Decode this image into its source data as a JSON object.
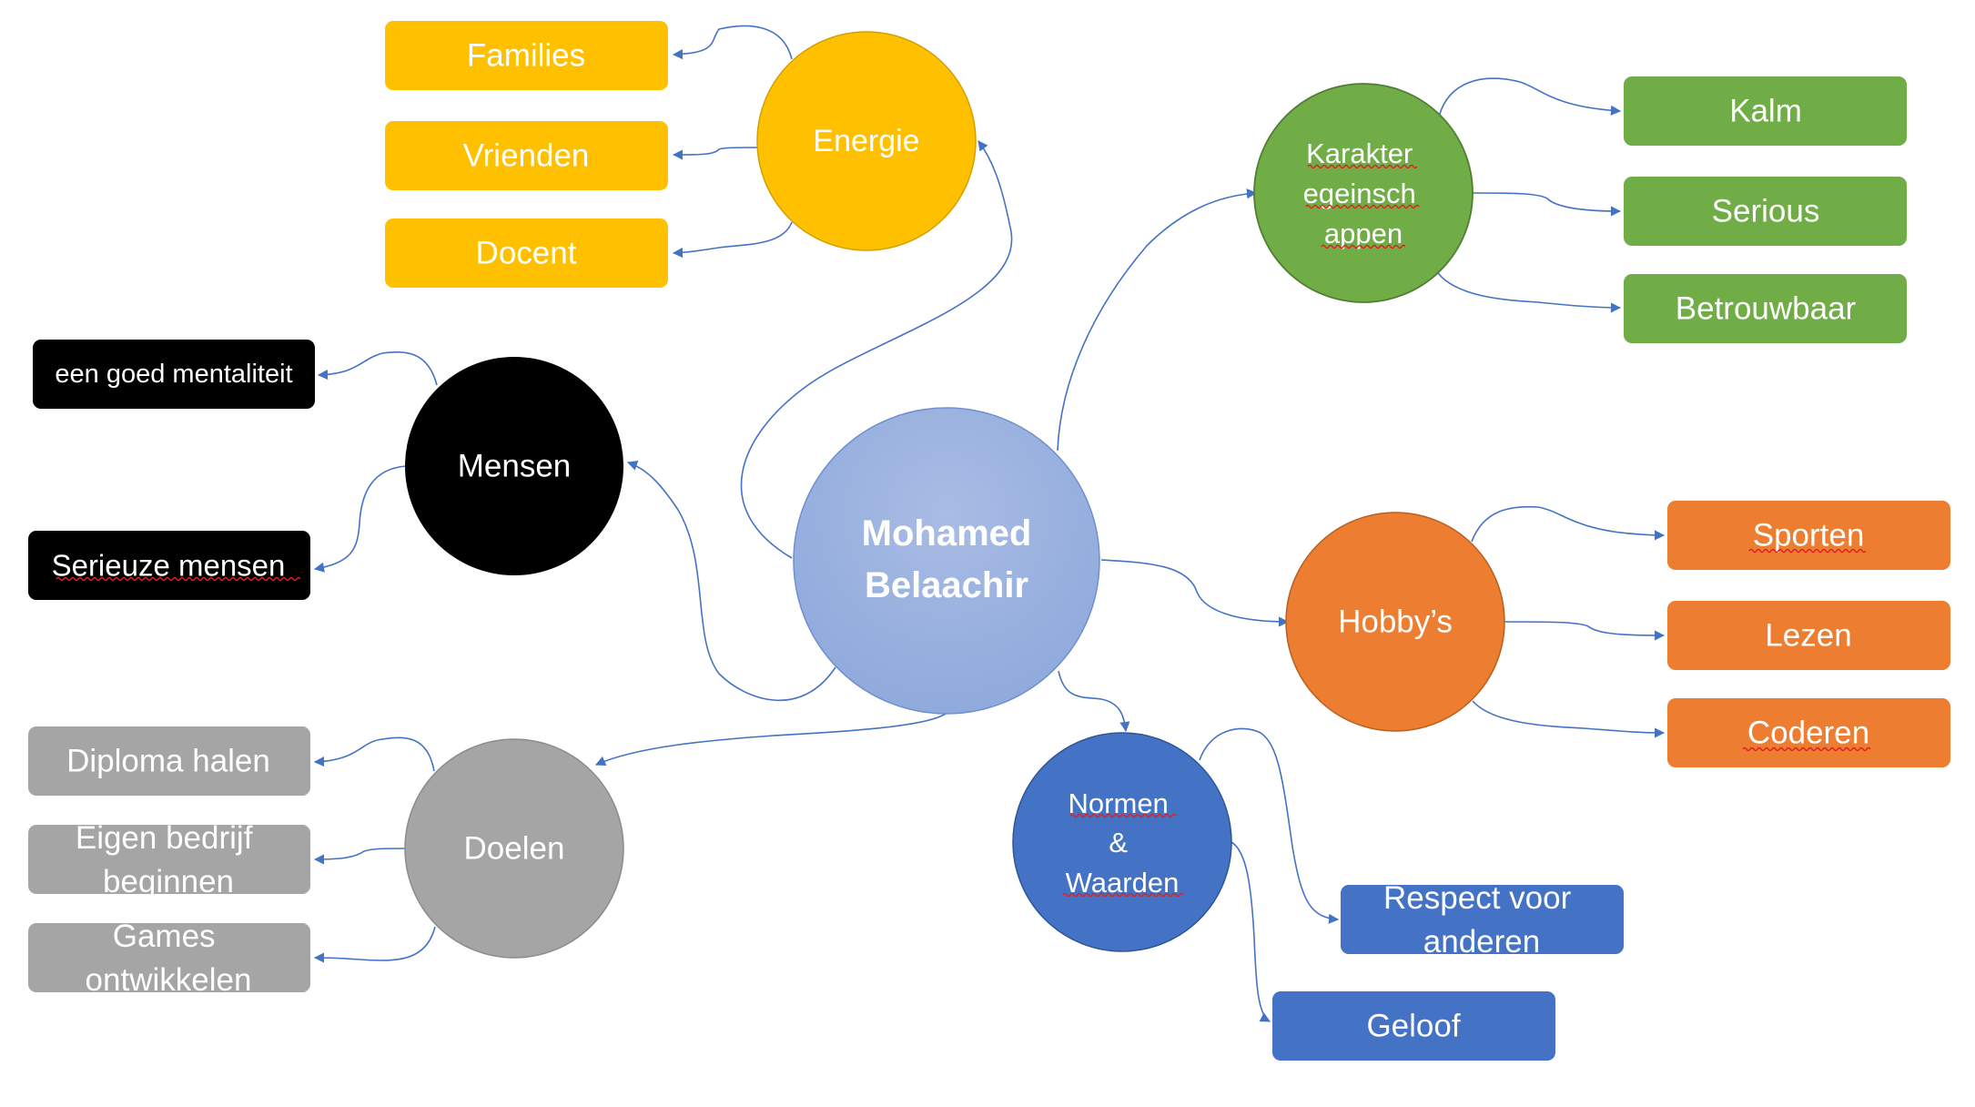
{
  "center": {
    "line1": "Mohamed",
    "line2": "Belaachir"
  },
  "colors": {
    "center_fill": "#8FAADC",
    "center_text": "#000000",
    "connector": "#4472C4",
    "energie": "#FFC000",
    "mensen": "#000000",
    "doelen": "#A5A5A5",
    "karakter": "#70AD47",
    "hobbys": "#ED7D31",
    "normen": "#4472C4",
    "spellcheck_underline": "#E02020"
  },
  "branches": {
    "energie": {
      "label": "Energie",
      "items": [
        "Families",
        "Vrienden",
        "Docent"
      ]
    },
    "mensen": {
      "label": "Mensen",
      "items": [
        "een goed mentaliteit",
        "Serieuze mensen"
      ]
    },
    "doelen": {
      "label": "Doelen",
      "items": [
        "Diploma halen",
        "Eigen bedrijf beginnen",
        "Games ontwikkelen"
      ]
    },
    "karakter": {
      "label": "Karakter egeinsch appen",
      "items": [
        "Kalm",
        "Serious",
        "Betrouwbaar"
      ]
    },
    "hobbys": {
      "label": "Hobby’s",
      "items": [
        "Sporten",
        "Lezen",
        "Coderen"
      ]
    },
    "normen": {
      "label": "Normen & Waarden",
      "items": [
        "Respect voor anderen",
        "Geloof"
      ]
    }
  }
}
